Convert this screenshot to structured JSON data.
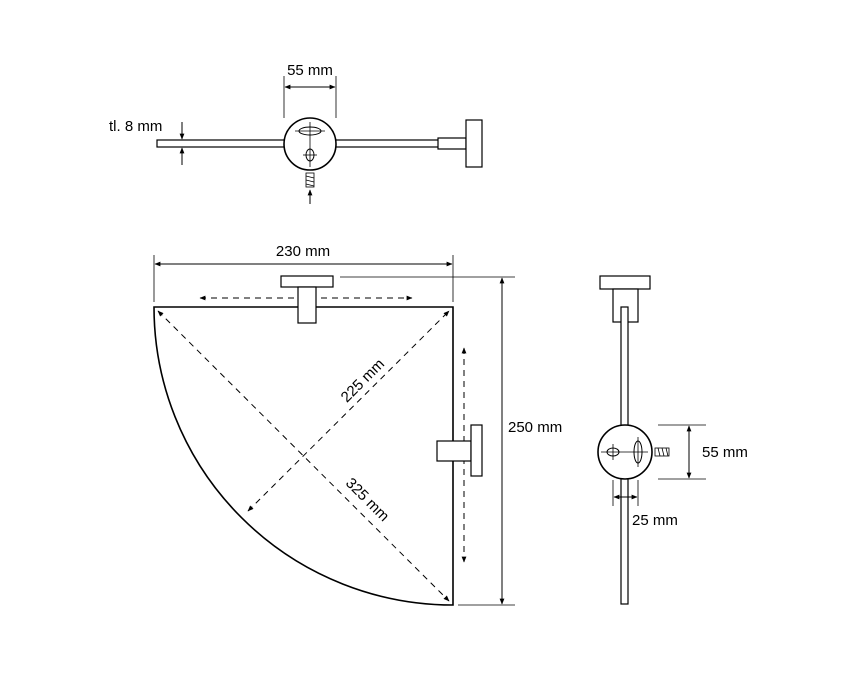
{
  "dimensions": {
    "top_hole_spacing": "55 mm",
    "glass_thickness": "tl. 8 mm",
    "width": "230 mm",
    "height": "250 mm",
    "inner_diagonal": "225 mm",
    "outer_diagonal": "325 mm",
    "side_hole_spacing": "55 mm",
    "bar_offset": "25 mm"
  },
  "colors": {
    "line": "#000000",
    "background": "#ffffff"
  }
}
